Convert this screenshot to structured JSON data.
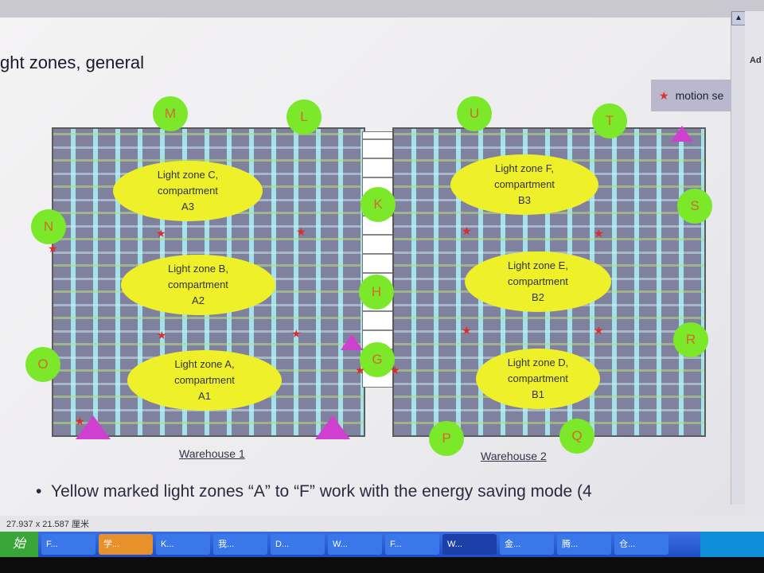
{
  "slide": {
    "title": "ght zones, general",
    "legend": "motion se",
    "bullet": "Yellow marked light zones “A” to “F” work with the energy saving mode (4",
    "zones": [
      {
        "l1": "Light zone C,",
        "l2": "compartment",
        "l3": "A3"
      },
      {
        "l1": "Light zone B,",
        "l2": "compartment",
        "l3": "A2"
      },
      {
        "l1": "Light zone A,",
        "l2": "compartment",
        "l3": "A1"
      },
      {
        "l1": "Light zone F,",
        "l2": "compartment",
        "l3": "B3"
      },
      {
        "l1": "Light zone E,",
        "l2": "compartment",
        "l3": "B2"
      },
      {
        "l1": "Light zone D,",
        "l2": "compartment",
        "l3": "B1"
      }
    ],
    "markers": [
      "M",
      "L",
      "U",
      "T",
      "K",
      "S",
      "N",
      "H",
      "R",
      "O",
      "G",
      "P",
      "Q"
    ],
    "captions": [
      "Warehouse 1",
      "Warehouse 2"
    ]
  },
  "sidepane": {
    "heading": "Ad"
  },
  "status": {
    "size": "27.937 x 21.587 厘米"
  },
  "taskbar": {
    "start": "始",
    "items": [
      "F...",
      "学...",
      "K...",
      "我...",
      "D...",
      "W...",
      "F...",
      "W...",
      "金...",
      "腾...",
      "仓..."
    ]
  }
}
